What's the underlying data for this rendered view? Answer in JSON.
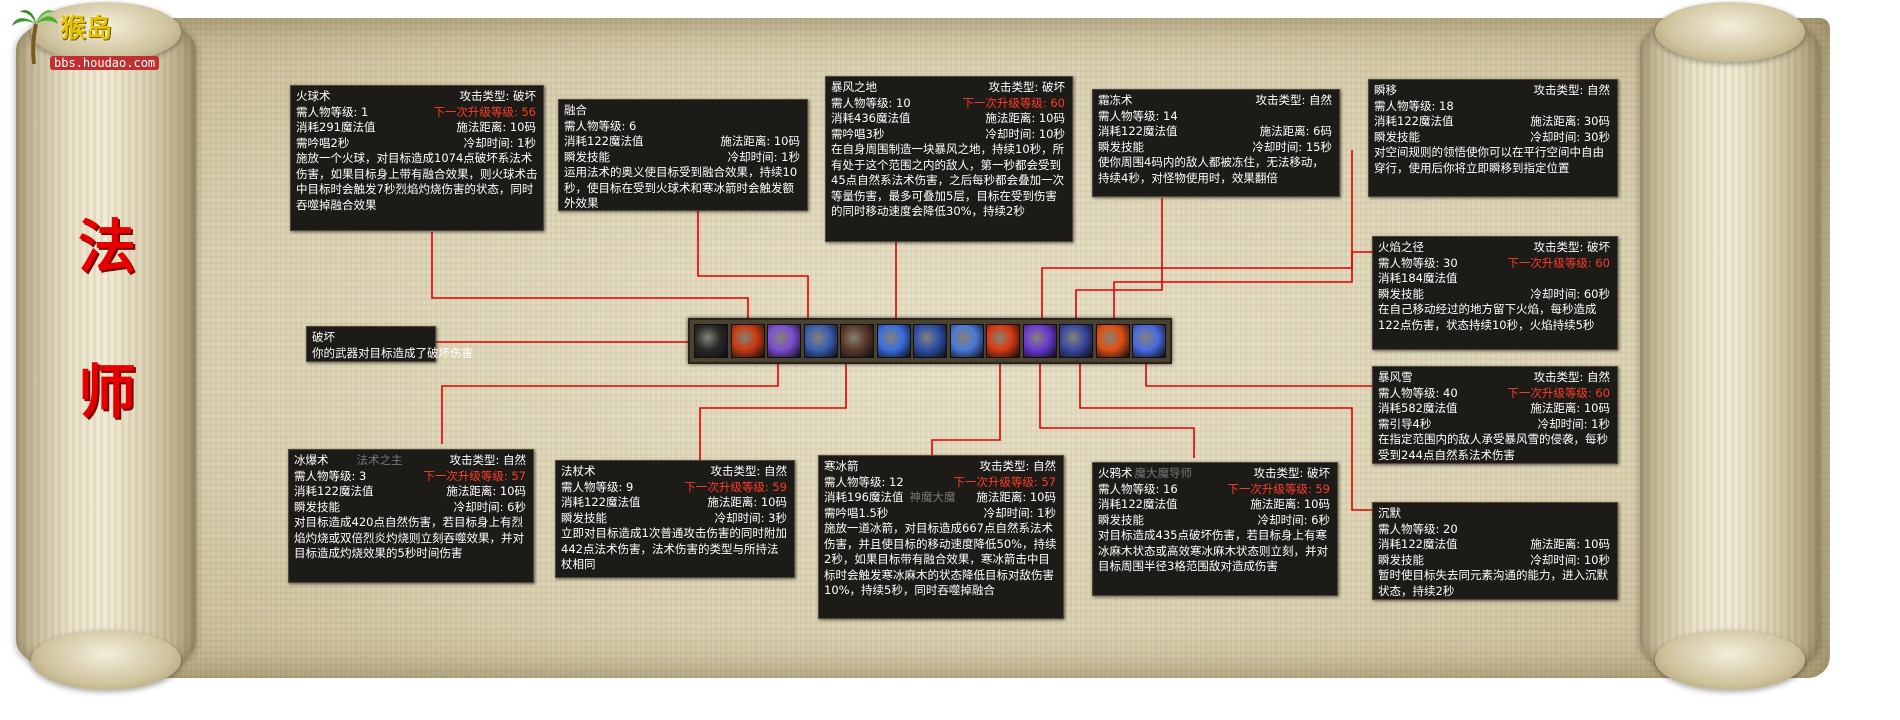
{
  "logo": {
    "brand": "猴岛",
    "url": "bbs.houdao.com"
  },
  "title_chars": [
    "法",
    "师"
  ],
  "colors": {
    "line": "#e00000",
    "panel_bg": "#1c1b17",
    "highlight": "#ff3c2a",
    "title": "#e60000"
  },
  "skillbar": {
    "slots": [
      {
        "icon": "wand-icon",
        "color": "#2a2a2a"
      },
      {
        "icon": "fireball-icon",
        "color": "#c83a10"
      },
      {
        "icon": "fusion-icon",
        "color": "#7a4fd0"
      },
      {
        "icon": "staff-skill-icon",
        "color": "#3a5fb0"
      },
      {
        "icon": "crow-icon",
        "color": "#5a3a2a"
      },
      {
        "icon": "tornado-icon",
        "color": "#3a6ee0"
      },
      {
        "icon": "ice-arrow-icon",
        "color": "#2f4fa8"
      },
      {
        "icon": "frost-icon",
        "color": "#4a7ad8"
      },
      {
        "icon": "flame-explosion-icon",
        "color": "#d83a10"
      },
      {
        "icon": "vortex-icon",
        "color": "#6a3ad0"
      },
      {
        "icon": "blizzard-icon",
        "color": "#3a4aa0"
      },
      {
        "icon": "flame-path-icon",
        "color": "#e05010"
      },
      {
        "icon": "ice-storm-icon",
        "color": "#4a6ae0"
      }
    ]
  },
  "skills": {
    "fireball": {
      "name": "火球术",
      "type": "攻击类型: 破坏",
      "level": "需人物等级: 1",
      "next": "下一次升级等级: 56",
      "mana": "消耗291魔法值",
      "range": "施法距离: 10码",
      "cast": "需吟唱2秒",
      "cooldown": "冷却时间: 1秒",
      "desc": "施放一个火球，对目标造成1074点破坏系法术伤害，如果目标身上带有融合效果，则火球术击中目标时会触发7秒烈焰灼烧伤害的状态，同时吞噬掉融合效果"
    },
    "fusion": {
      "name": "融合",
      "level": "需人物等级: 6",
      "mana": "消耗122魔法值",
      "range": "施法距离: 10码",
      "cast": "瞬发技能",
      "cooldown": "冷却时间: 1秒",
      "desc": "运用法术的奥义使目标受到融合效果，持续10秒，使目标在受到火球术和寒冰箭时会触发额外效果"
    },
    "storm": {
      "name": "暴风之地",
      "type": "攻击类型: 破坏",
      "level": "需人物等级: 10",
      "next": "下一次升级等级: 60",
      "mana": "消耗436魔法值",
      "range": "施法距离: 10码",
      "cast": "需吟唱3秒",
      "cooldown": "冷却时间: 10秒",
      "desc": "在自身周围制造一块暴风之地，持续10秒，所有处于这个范围之内的敌人，第一秒都会受到45点自然系法术伤害，之后每秒都会叠加一次等量伤害，最多可叠加5层，目标在受到伤害的同时移动速度会降低30%，持续2秒"
    },
    "frost": {
      "name": "霜冻术",
      "type": "攻击类型: 自然",
      "level": "需人物等级: 14",
      "mana": "消耗122魔法值",
      "range": "施法距离: 6码",
      "cast": "瞬发技能",
      "cooldown": "冷却时间: 15秒",
      "desc": "使你周围4码内的敌人都被冻住，无法移动，持续4秒，对怪物使用时，效果翻倍"
    },
    "blink": {
      "name": "瞬移",
      "type": "攻击类型: 自然",
      "level": "需人物等级: 18",
      "mana": "消耗122魔法值",
      "range": "施法距离: 30码",
      "cast": "瞬发技能",
      "cooldown": "冷却时间: 30秒",
      "desc": "对空间规则的领悟使你可以在平行空间中自由穿行，使用后你将立即瞬移到指定位置"
    },
    "flamepath": {
      "name": "火焰之径",
      "type": "攻击类型: 破坏",
      "level": "需人物等级: 30",
      "next": "下一次升级等级: 60",
      "mana": "消耗184魔法值",
      "cast": "瞬发技能",
      "cooldown": "冷却时间: 60秒",
      "desc": "在自己移动经过的地方留下火焰，每秒造成122点伤害，状态持续10秒，火焰持续5秒"
    },
    "destroy": {
      "name": "破坏",
      "desc": "你的武器对目标造成了破坏伤害"
    },
    "blizzard": {
      "name": "暴风雪",
      "type": "攻击类型: 自然",
      "level": "需人物等级: 40",
      "next": "下一次升级等级: 60",
      "mana": "消耗582魔法值",
      "range": "施法距离: 10码",
      "cast": "需引导4秒",
      "cooldown": "冷却时间: 1秒",
      "desc": "在指定范围内的敌人承受暴风雪的侵袭，每秒受到244点自然系法术伤害"
    },
    "silence": {
      "name": "沉默",
      "level": "需人物等级: 20",
      "mana": "消耗122魔法值",
      "range": "施法距离: 10码",
      "cast": "瞬发技能",
      "cooldown": "冷却时间: 10秒",
      "desc": "暂时使目标失去同元素沟通的能力，进入沉默状态，持续2秒"
    },
    "explosion": {
      "name": "冰爆术",
      "tag": "法术之主",
      "type": "攻击类型: 自然",
      "level": "需人物等级: 3",
      "next": "下一次升级等级: 57",
      "mana": "消耗122魔法值",
      "range": "施法距离: 10码",
      "cast": "瞬发技能",
      "cooldown": "冷却时间: 6秒",
      "desc": "对目标造成420点自然伤害，若目标身上有烈焰灼烧或双倍烈炎灼烧则立刻吞噬效果，并对目标造成灼烧效果的5秒时间伤害"
    },
    "staff": {
      "name": "法杖术",
      "type": "攻击类型: 自然",
      "level": "需人物等级: 9",
      "next": "下一次升级等级: 59",
      "mana": "消耗122魔法值",
      "range": "施法距离: 10码",
      "cast": "瞬发技能",
      "cooldown": "冷却时间: 3秒",
      "desc": "立即对目标造成1次普通攻击伤害的同时附加442点法术伤害，法术伤害的类型与所持法杖相同"
    },
    "icearrow": {
      "name": "寒冰箭",
      "tag": "神魔大魔",
      "type": "攻击类型: 自然",
      "level": "需人物等级: 12",
      "next": "下一次升级等级: 57",
      "mana": "消耗196魔法值",
      "range": "施法距离: 10码",
      "cast": "需吟唱1.5秒",
      "cooldown": "冷却时间: 1秒",
      "desc": "施放一道冰箭，对目标造成667点自然系法术伤害，并且使目标的移动速度降低50%，持续2秒，如果目标带有融合效果，寒冰箭击中目标时会触发寒冰麻木的状态降低目标对敌伤害10%，持续5秒，同时吞噬掉融合"
    },
    "crow": {
      "name": "火鸦术",
      "tag": "魔大魔导师",
      "type": "攻击类型: 破坏",
      "level": "需人物等级: 16",
      "next": "下一次升级等级: 59",
      "mana": "消耗122魔法值",
      "range": "施法距离: 10码",
      "cast": "瞬发技能",
      "cooldown": "冷却时间: 6秒",
      "desc": "对目标造成435点破坏伤害，若目标身上有寒冰麻木状态或高效寒冰麻木状态则立刻，并对目标周围半径3格范围敌对造成伤害"
    }
  }
}
